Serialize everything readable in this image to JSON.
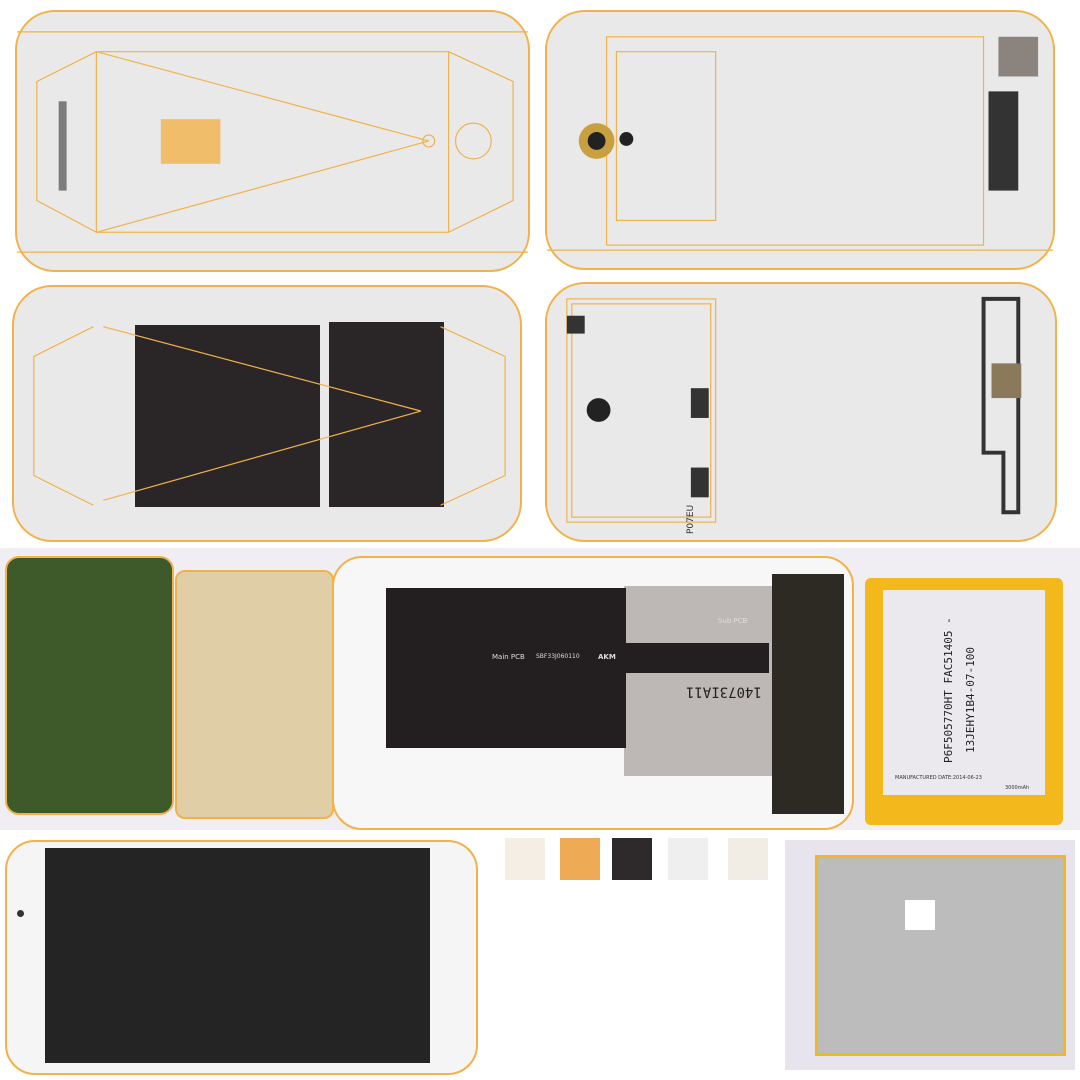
{
  "colors": {
    "wireframe": "#f1b24a",
    "background": "#e9e9ea",
    "pcb_green": "#3f5a2a",
    "flex_black": "#231f21",
    "battery_yellow": "#f3b81c",
    "metal": "#bdb8b6"
  },
  "flex_cable": {
    "main_label": "Main PCB",
    "part_number": "SBF33J060110",
    "brand": "AKM",
    "sub_label": "Sub PCB",
    "code": "14073IA11"
  },
  "battery": {
    "line1": "P6F505770HT FAC51405 -",
    "line2": "13JEHY1B4-07-100",
    "mfg_date": "MANUFACTURED DATE:2014-06-23",
    "capacity": "3000mAh"
  },
  "back_cover": {
    "mark": "P07EU"
  }
}
